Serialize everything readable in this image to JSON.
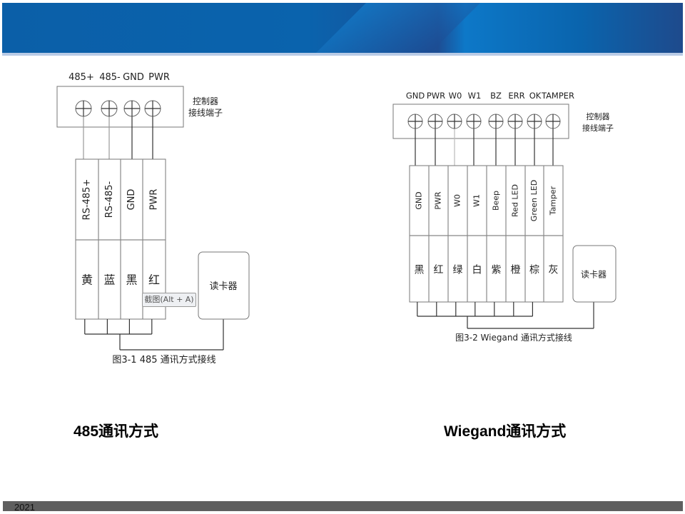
{
  "footer": {
    "year": "2021"
  },
  "diagram_485": {
    "terminal_labels": [
      "485+",
      "485-",
      "GND",
      "PWR"
    ],
    "controller_label": [
      "控制器",
      "接线端子"
    ],
    "wire_functions": [
      "RS-485+",
      "RS-485-",
      "GND",
      "PWR"
    ],
    "wire_colors": [
      "黄",
      "蓝",
      "黑",
      "红"
    ],
    "reader_label": "读卡器",
    "figure_caption": "图3-1  485 通讯方式接线",
    "tooltip": "截图(Alt + A)",
    "title": "485通讯方式"
  },
  "diagram_wiegand": {
    "terminal_labels": [
      "GND",
      "PWR",
      "W0",
      "W1",
      "BZ",
      "ERR",
      "OK",
      "TAMPER"
    ],
    "controller_label": [
      "控制器",
      "接线端子"
    ],
    "wire_functions": [
      "GND",
      "PWR",
      "W0",
      "W1",
      "Beep",
      "Red LED",
      "Green LED",
      "Tamper"
    ],
    "wire_colors": [
      "黑",
      "红",
      "绿",
      "白",
      "紫",
      "橙",
      "棕",
      "灰"
    ],
    "reader_label": "读卡器",
    "figure_caption": "图3-2  Wiegand 通讯方式接线",
    "title": "Wiegand通讯方式"
  }
}
